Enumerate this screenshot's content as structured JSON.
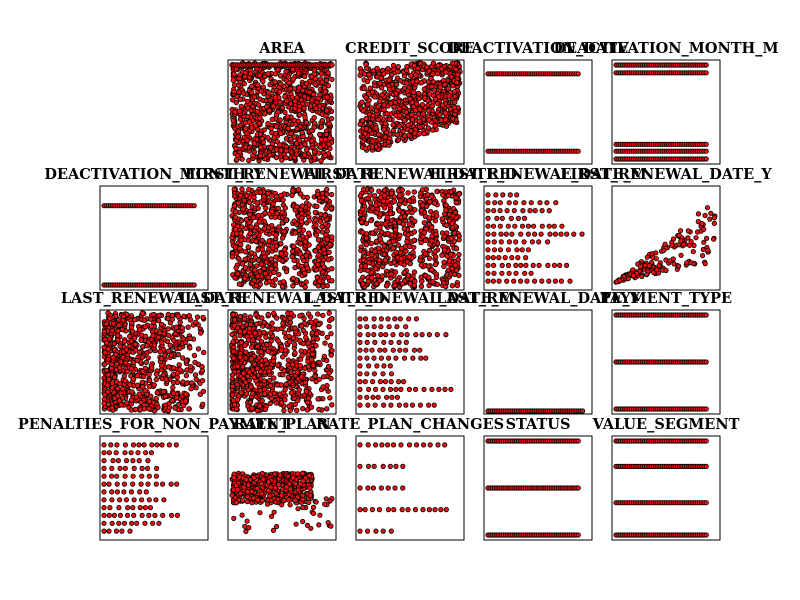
{
  "chart_data": {
    "type": "scatter",
    "layout": "4x5 grid of small-multiple scatter panels, first panel empty",
    "point_fill": "#ee1111",
    "point_stroke": "#000000",
    "axes_shown": false,
    "panels": [
      {
        "id": "area",
        "title": "AREA",
        "pattern": "dense_block"
      },
      {
        "id": "credit_score",
        "title": "CREDIT_SCORE",
        "pattern": "scatter_diagonal"
      },
      {
        "id": "deactivation_date",
        "title": "DEACTIVATION_DATE",
        "pattern": "bands",
        "levels": [
          0.89,
          0.1
        ]
      },
      {
        "id": "deactivation_month_m",
        "title": "DEACTIVATION_MONTH_M",
        "pattern": "bands",
        "levels": [
          0.98,
          0.9,
          0.17,
          0.1,
          0.02
        ]
      },
      {
        "id": "deactivation_month_y",
        "title": "DEACTIVATION_MONTH_Y",
        "pattern": "bands",
        "levels": [
          0.83,
          0.02
        ]
      },
      {
        "id": "first_renewal_date",
        "title": "FIRST_RENEWAL_DATE",
        "pattern": "dense_block_columns"
      },
      {
        "id": "first_renewal_date_d",
        "title": "FIRST_RENEWAL_DATE_D",
        "pattern": "dense_block_columns"
      },
      {
        "id": "first_renewal_date_m",
        "title": "FIRST_RENEWAL_DATE_M",
        "pattern": "bands_dotted"
      },
      {
        "id": "first_renewal_date_y",
        "title": "FIRST_RENEWAL_DATE_Y",
        "pattern": "rising_scatter"
      },
      {
        "id": "last_renewal_date",
        "title": "LAST_RENEWAL_DATE",
        "pattern": "dense_block_fade"
      },
      {
        "id": "last_renewal_date_d",
        "title": "LAST_RENEWAL_DATE_D",
        "pattern": "dense_block_fade"
      },
      {
        "id": "last_renewal_date_m",
        "title": "LAST_RENEWAL_DATE_M",
        "pattern": "bands_dotted"
      },
      {
        "id": "last_renewal_date_y",
        "title": "LAST_RENEWAL_DATE_Y",
        "pattern": "bands",
        "levels": [
          0.0
        ]
      },
      {
        "id": "payment_type",
        "title": "PAYMENT_TYPE",
        "pattern": "bands",
        "levels": [
          0.98,
          0.5,
          0.02
        ]
      },
      {
        "id": "penalties_for_non_payment",
        "title": "PENALTIES_FOR_NON_PAYMENT",
        "pattern": "bands_dotted"
      },
      {
        "id": "rate_plan",
        "title": "RATE_PLAN",
        "pattern": "dense_middle"
      },
      {
        "id": "rate_plan_changes",
        "title": "RATE_PLAN_CHANGES",
        "pattern": "bands_dotted_sparse"
      },
      {
        "id": "status",
        "title": "STATUS",
        "pattern": "bands",
        "levels": [
          0.98,
          0.5,
          0.02
        ]
      },
      {
        "id": "value_segment",
        "title": "VALUE_SEGMENT",
        "pattern": "bands",
        "levels": [
          0.98,
          0.72,
          0.35,
          0.02
        ]
      }
    ]
  }
}
